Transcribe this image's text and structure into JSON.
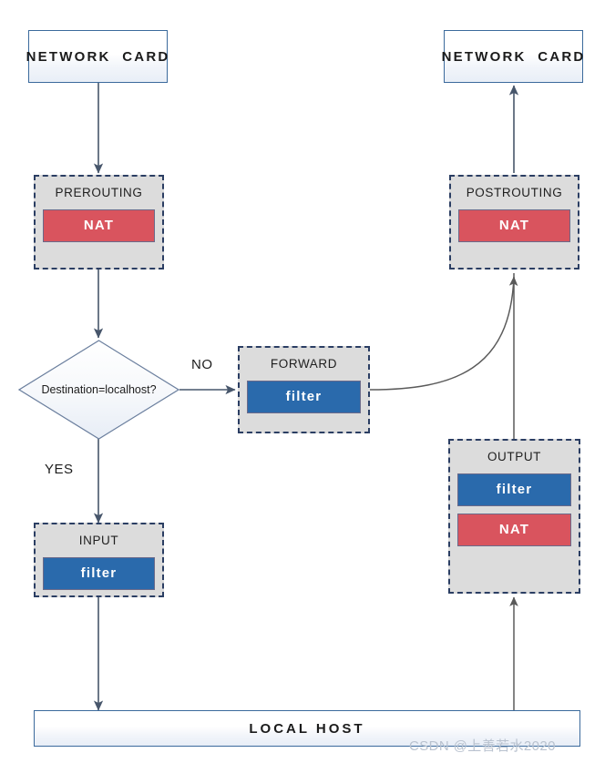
{
  "diagram": {
    "title": "iptables / netfilter packet flow",
    "colors": {
      "nat_chip": "#d9545e",
      "filter_chip": "#2a6aac",
      "chain_fill": "#dcdcdc",
      "chain_border": "#2b3e63",
      "box_border": "#3b6a9c",
      "arrow": "#47566b",
      "watermark": "#b9c2cf"
    },
    "nodes": {
      "nic_in": {
        "label": "NETWORK  CARD"
      },
      "nic_out": {
        "label": "NETWORK  CARD"
      },
      "prerouting": {
        "title": "PREROUTING",
        "chips": [
          {
            "label": "NAT",
            "kind": "nat"
          }
        ]
      },
      "postrouting": {
        "title": "POSTROUTING",
        "chips": [
          {
            "label": "NAT",
            "kind": "nat"
          }
        ]
      },
      "forward": {
        "title": "FORWARD",
        "chips": [
          {
            "label": "filter",
            "kind": "filter"
          }
        ]
      },
      "input": {
        "title": "INPUT",
        "chips": [
          {
            "label": "filter",
            "kind": "filter"
          }
        ]
      },
      "output": {
        "title": "OUTPUT",
        "chips": [
          {
            "label": "filter",
            "kind": "filter"
          },
          {
            "label": "NAT",
            "kind": "nat"
          }
        ]
      },
      "decision": {
        "label": "Destination=localhost?"
      },
      "localhost": {
        "label": "LOCAL HOST"
      }
    },
    "edge_labels": {
      "no": "NO",
      "yes": "YES"
    },
    "watermark": "CSDN @上善若水2020"
  }
}
